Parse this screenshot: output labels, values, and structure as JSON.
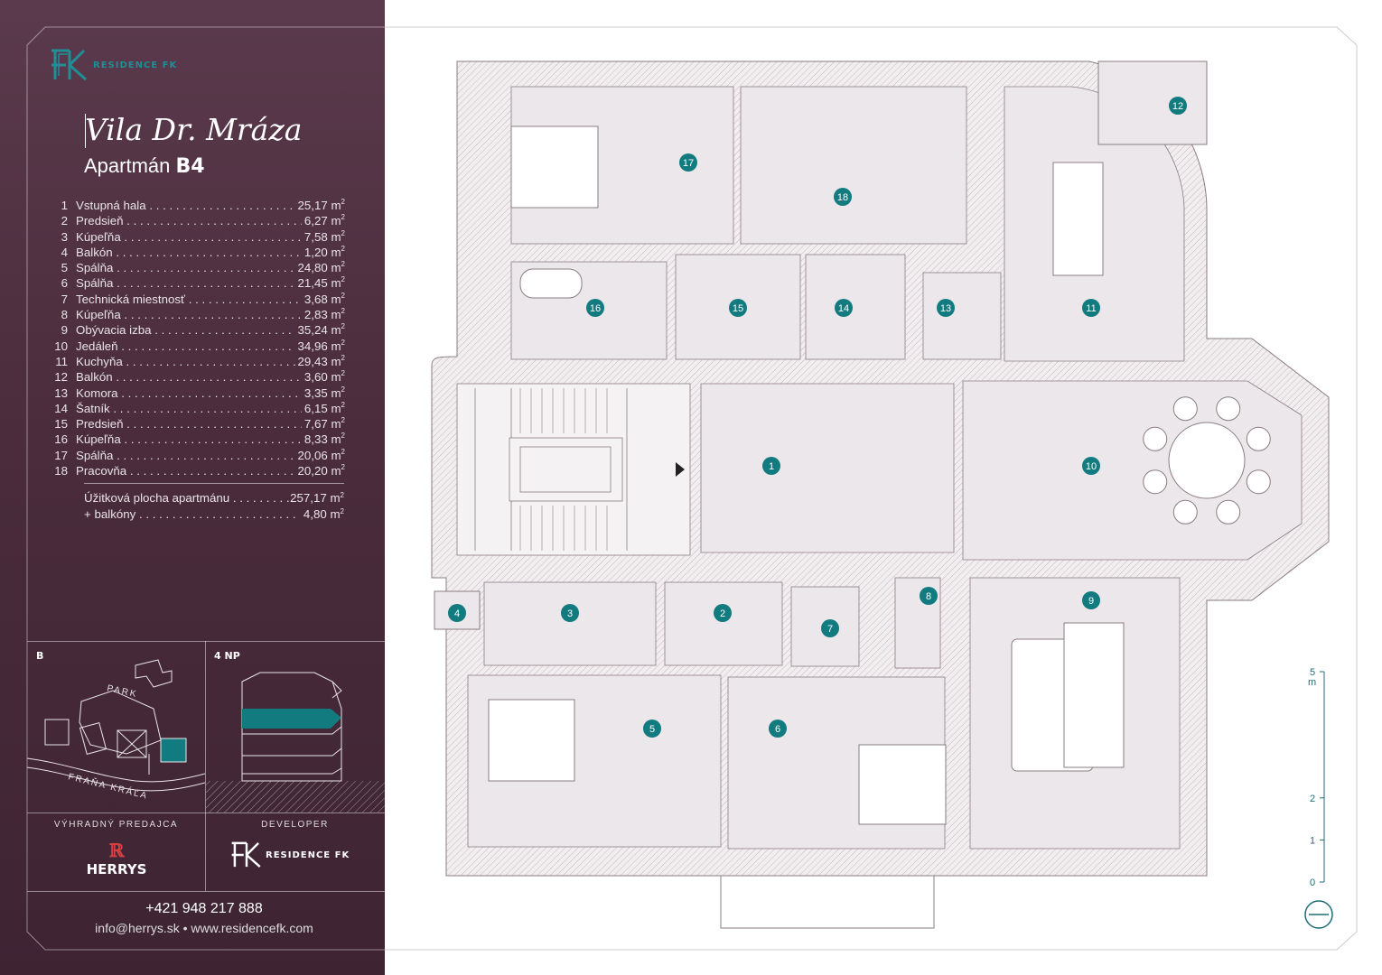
{
  "brand": {
    "name": "RESIDENCE FK",
    "accent": "#127b80",
    "sidebar_bg": "#4a2c3c"
  },
  "title": "Vila Dr. Mráza",
  "apartment": {
    "label": "Apartmán",
    "code": "B4"
  },
  "rooms": [
    {
      "num": "1",
      "name": "Vstupná hala",
      "area": "25,17 m"
    },
    {
      "num": "2",
      "name": "Predsieň",
      "area": "6,27 m"
    },
    {
      "num": "3",
      "name": "Kúpeľňa",
      "area": "7,58 m"
    },
    {
      "num": "4",
      "name": "Balkón",
      "area": "1,20 m"
    },
    {
      "num": "5",
      "name": "Spálňa",
      "area": "24,80 m"
    },
    {
      "num": "6",
      "name": "Spálňa",
      "area": "21,45 m"
    },
    {
      "num": "7",
      "name": "Technická miestnosť",
      "area": "3,68 m"
    },
    {
      "num": "8",
      "name": "Kúpeľňa",
      "area": "2,83 m"
    },
    {
      "num": "9",
      "name": "Obývacia izba",
      "area": "35,24 m"
    },
    {
      "num": "10",
      "name": "Jedáleň",
      "area": "34,96 m"
    },
    {
      "num": "11",
      "name": "Kuchyňa",
      "area": "29,43 m"
    },
    {
      "num": "12",
      "name": "Balkón",
      "area": "3,60 m"
    },
    {
      "num": "13",
      "name": "Komora",
      "area": "3,35 m"
    },
    {
      "num": "14",
      "name": "Šatník",
      "area": "6,15 m"
    },
    {
      "num": "15",
      "name": "Predsieň",
      "area": "7,67 m"
    },
    {
      "num": "16",
      "name": "Kúpeľňa",
      "area": "8,33 m"
    },
    {
      "num": "17",
      "name": "Spálňa",
      "area": "20,06 m"
    },
    {
      "num": "18",
      "name": "Pracovňa",
      "area": "20,20 m"
    }
  ],
  "area_unit_sup": "2",
  "totals": [
    {
      "name": "Úžitková plocha apartmánu",
      "area": "257,17 m"
    },
    {
      "name": "+ balkóny",
      "area": "4,80 m"
    }
  ],
  "site_plan": {
    "block": "B",
    "labels": [
      "PARK",
      "FRAŇA KRÁĽA"
    ]
  },
  "floor_panel": {
    "floor": "4 NP"
  },
  "seller": {
    "caption": "VÝHRADNÝ PREDAJCA",
    "name": "HERRYS",
    "mark": "ℝ"
  },
  "developer": {
    "caption": "DEVELOPER",
    "name": "RESIDENCE FK"
  },
  "contact": {
    "phone": "+421 948 217 888",
    "line": "info@herrys.sk • www.residencefk.com"
  },
  "scale": {
    "unit": "m",
    "ticks": [
      "5",
      "2",
      "1",
      "0"
    ]
  },
  "plan_labels": [
    "1",
    "2",
    "3",
    "4",
    "5",
    "6",
    "7",
    "8",
    "9",
    "10",
    "11",
    "12",
    "13",
    "14",
    "15",
    "16",
    "17",
    "18"
  ],
  "icons": [
    "residencefk-logo-icon",
    "herrys-logo-icon",
    "compass-icon",
    "entrance-arrow-icon"
  ]
}
